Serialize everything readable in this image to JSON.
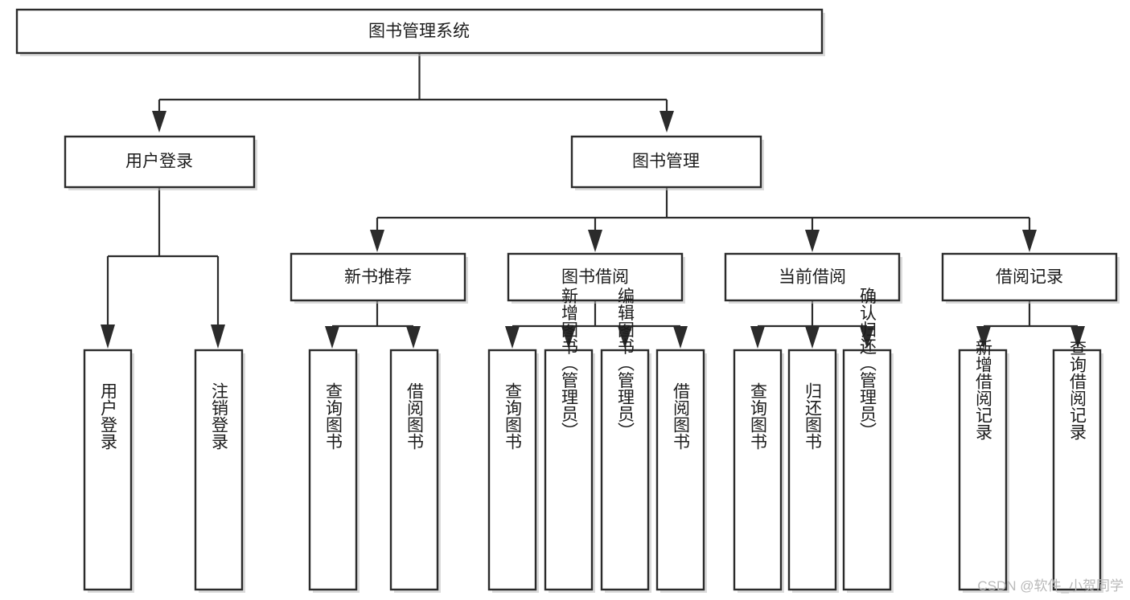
{
  "diagram": {
    "title": "图书管理系统",
    "type": "tree",
    "orientation": "top-down",
    "colors": {
      "node_fill": "#ffffff",
      "node_stroke": "#2b2b2b",
      "edge": "#2b2b2b",
      "text": "#1c1c1c",
      "watermark": "#b9b9b9",
      "background": "#ffffff"
    },
    "levels": {
      "level0": [
        "图书管理系统"
      ],
      "level1": [
        "用户登录",
        "图书管理"
      ],
      "level2": [
        "新书推荐",
        "图书借阅",
        "当前借阅",
        "借阅记录"
      ],
      "level3": [
        "用户登录",
        "注销登录",
        "查询图书",
        "借阅图书",
        "查询图书",
        "新增图书（管理员）",
        "编辑图书（管理员）",
        "借阅图书",
        "查询图书",
        "归还图书",
        "确认归还（管理员）",
        "新增借阅记录",
        "查询借阅记录"
      ]
    },
    "nodes": {
      "root": {
        "label": "图书管理系统"
      },
      "user_login": {
        "label": "用户登录"
      },
      "book_manage": {
        "label": "图书管理"
      },
      "new_book_rec": {
        "label": "新书推荐"
      },
      "book_borrow": {
        "label": "图书借阅"
      },
      "current_borrow": {
        "label": "当前借阅"
      },
      "borrow_record": {
        "label": "借阅记录"
      },
      "leaf_user_login": {
        "label": "用户登录"
      },
      "leaf_logout": {
        "label": "注销登录"
      },
      "leaf_query_book_a": {
        "label": "查询图书"
      },
      "leaf_borrow_book_a": {
        "label": "借阅图书"
      },
      "leaf_query_book_b": {
        "label": "查询图书"
      },
      "leaf_add_book": {
        "label": "新增图书（管理员）"
      },
      "leaf_edit_book": {
        "label": "编辑图书（管理员）"
      },
      "leaf_borrow_book_b": {
        "label": "借阅图书"
      },
      "leaf_query_book_c": {
        "label": "查询图书"
      },
      "leaf_return_book": {
        "label": "归还图书"
      },
      "leaf_confirm_return": {
        "label": "确认归还（管理员）"
      },
      "leaf_add_record": {
        "label": "新增借阅记录"
      },
      "leaf_query_record": {
        "label": "查询借阅记录"
      }
    },
    "edges": [
      {
        "from": "root",
        "to": "user_login"
      },
      {
        "from": "root",
        "to": "book_manage"
      },
      {
        "from": "user_login",
        "to": "leaf_user_login"
      },
      {
        "from": "user_login",
        "to": "leaf_logout"
      },
      {
        "from": "book_manage",
        "to": "new_book_rec"
      },
      {
        "from": "book_manage",
        "to": "book_borrow"
      },
      {
        "from": "book_manage",
        "to": "current_borrow"
      },
      {
        "from": "book_manage",
        "to": "borrow_record"
      },
      {
        "from": "new_book_rec",
        "to": "leaf_query_book_a"
      },
      {
        "from": "new_book_rec",
        "to": "leaf_borrow_book_a"
      },
      {
        "from": "book_borrow",
        "to": "leaf_query_book_b"
      },
      {
        "from": "book_borrow",
        "to": "leaf_add_book"
      },
      {
        "from": "book_borrow",
        "to": "leaf_edit_book"
      },
      {
        "from": "book_borrow",
        "to": "leaf_borrow_book_b"
      },
      {
        "from": "current_borrow",
        "to": "leaf_query_book_c"
      },
      {
        "from": "current_borrow",
        "to": "leaf_return_book"
      },
      {
        "from": "current_borrow",
        "to": "leaf_confirm_return"
      },
      {
        "from": "borrow_record",
        "to": "leaf_add_record"
      },
      {
        "from": "borrow_record",
        "to": "leaf_query_record"
      }
    ]
  },
  "watermark": {
    "text": "CSDN @软件_小贺同学"
  }
}
